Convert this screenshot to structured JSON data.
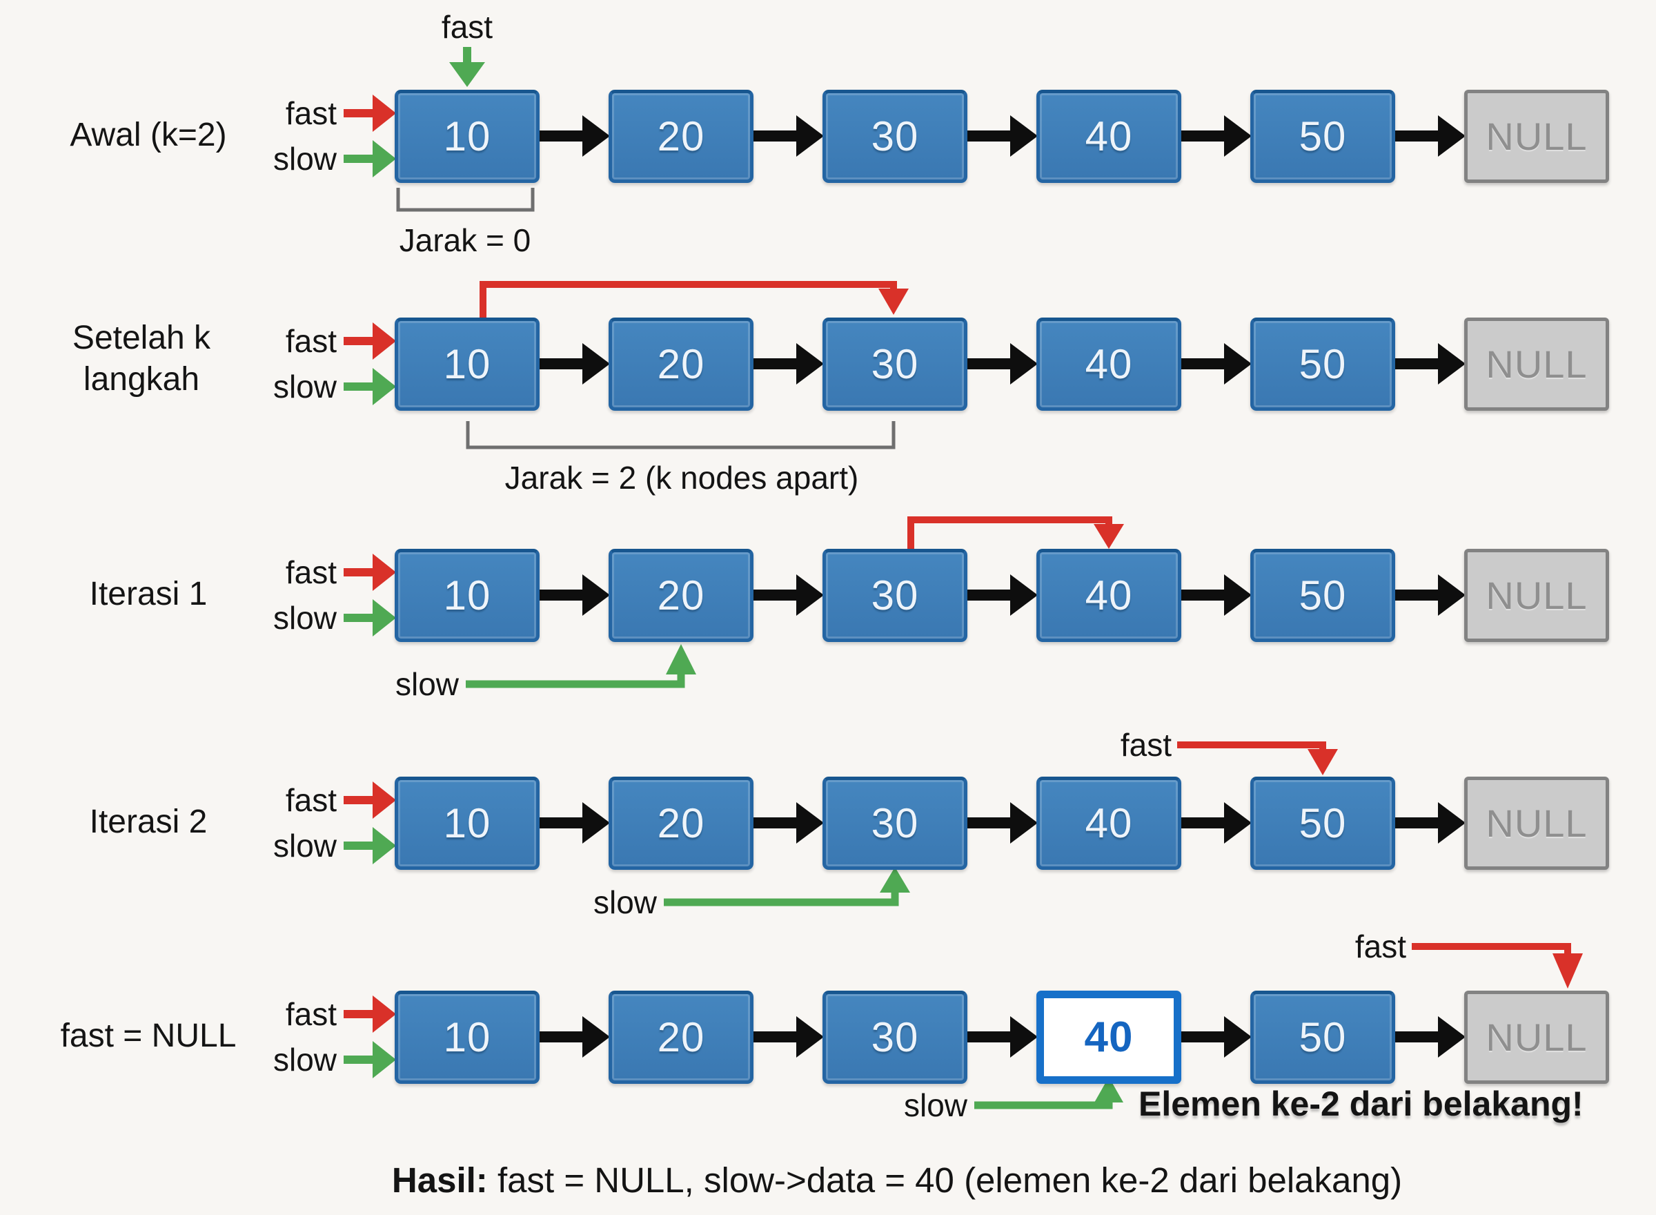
{
  "labels": {
    "fast": "fast",
    "slow": "slow"
  },
  "rows": [
    {
      "label": "Awal (k=2)",
      "nodes": [
        "10",
        "20",
        "30",
        "40",
        "50",
        "NULL"
      ],
      "top_pointer": "fast",
      "caption": "Jarak = 0"
    },
    {
      "label": "Setelah k langkah",
      "nodes": [
        "10",
        "20",
        "30",
        "40",
        "50",
        "NULL"
      ],
      "caption": "Jarak = 2 (k nodes apart)"
    },
    {
      "label": "Iterasi 1",
      "nodes": [
        "10",
        "20",
        "30",
        "40",
        "50",
        "NULL"
      ],
      "below_pointer": "slow"
    },
    {
      "label": "Iterasi 2",
      "nodes": [
        "10",
        "20",
        "30",
        "40",
        "50",
        "NULL"
      ],
      "above_pointer": "fast",
      "below_pointer": "slow"
    },
    {
      "label": "fast = NULL",
      "nodes": [
        "10",
        "20",
        "30",
        "40",
        "50",
        "NULL"
      ],
      "above_pointer": "fast",
      "below_pointer": "slow",
      "note": "Elemen ke-2 dari belakang!"
    }
  ],
  "result": {
    "prefix": "Hasil:",
    "text": " fast = NULL, slow->data = 40 (elemen ke-2 dari belakang)"
  },
  "colors": {
    "background": "#f8f6f3",
    "node_fill": "#3f81ba",
    "node_border": "#2465a3",
    "null_fill": "#cbcbcb",
    "null_border": "#828282",
    "highlight_border": "#1770c9",
    "arrow_black": "#0e0e0e",
    "arrow_red": "#d93129",
    "arrow_green": "#4fa953",
    "bracket_gray": "#6f6f6f"
  }
}
